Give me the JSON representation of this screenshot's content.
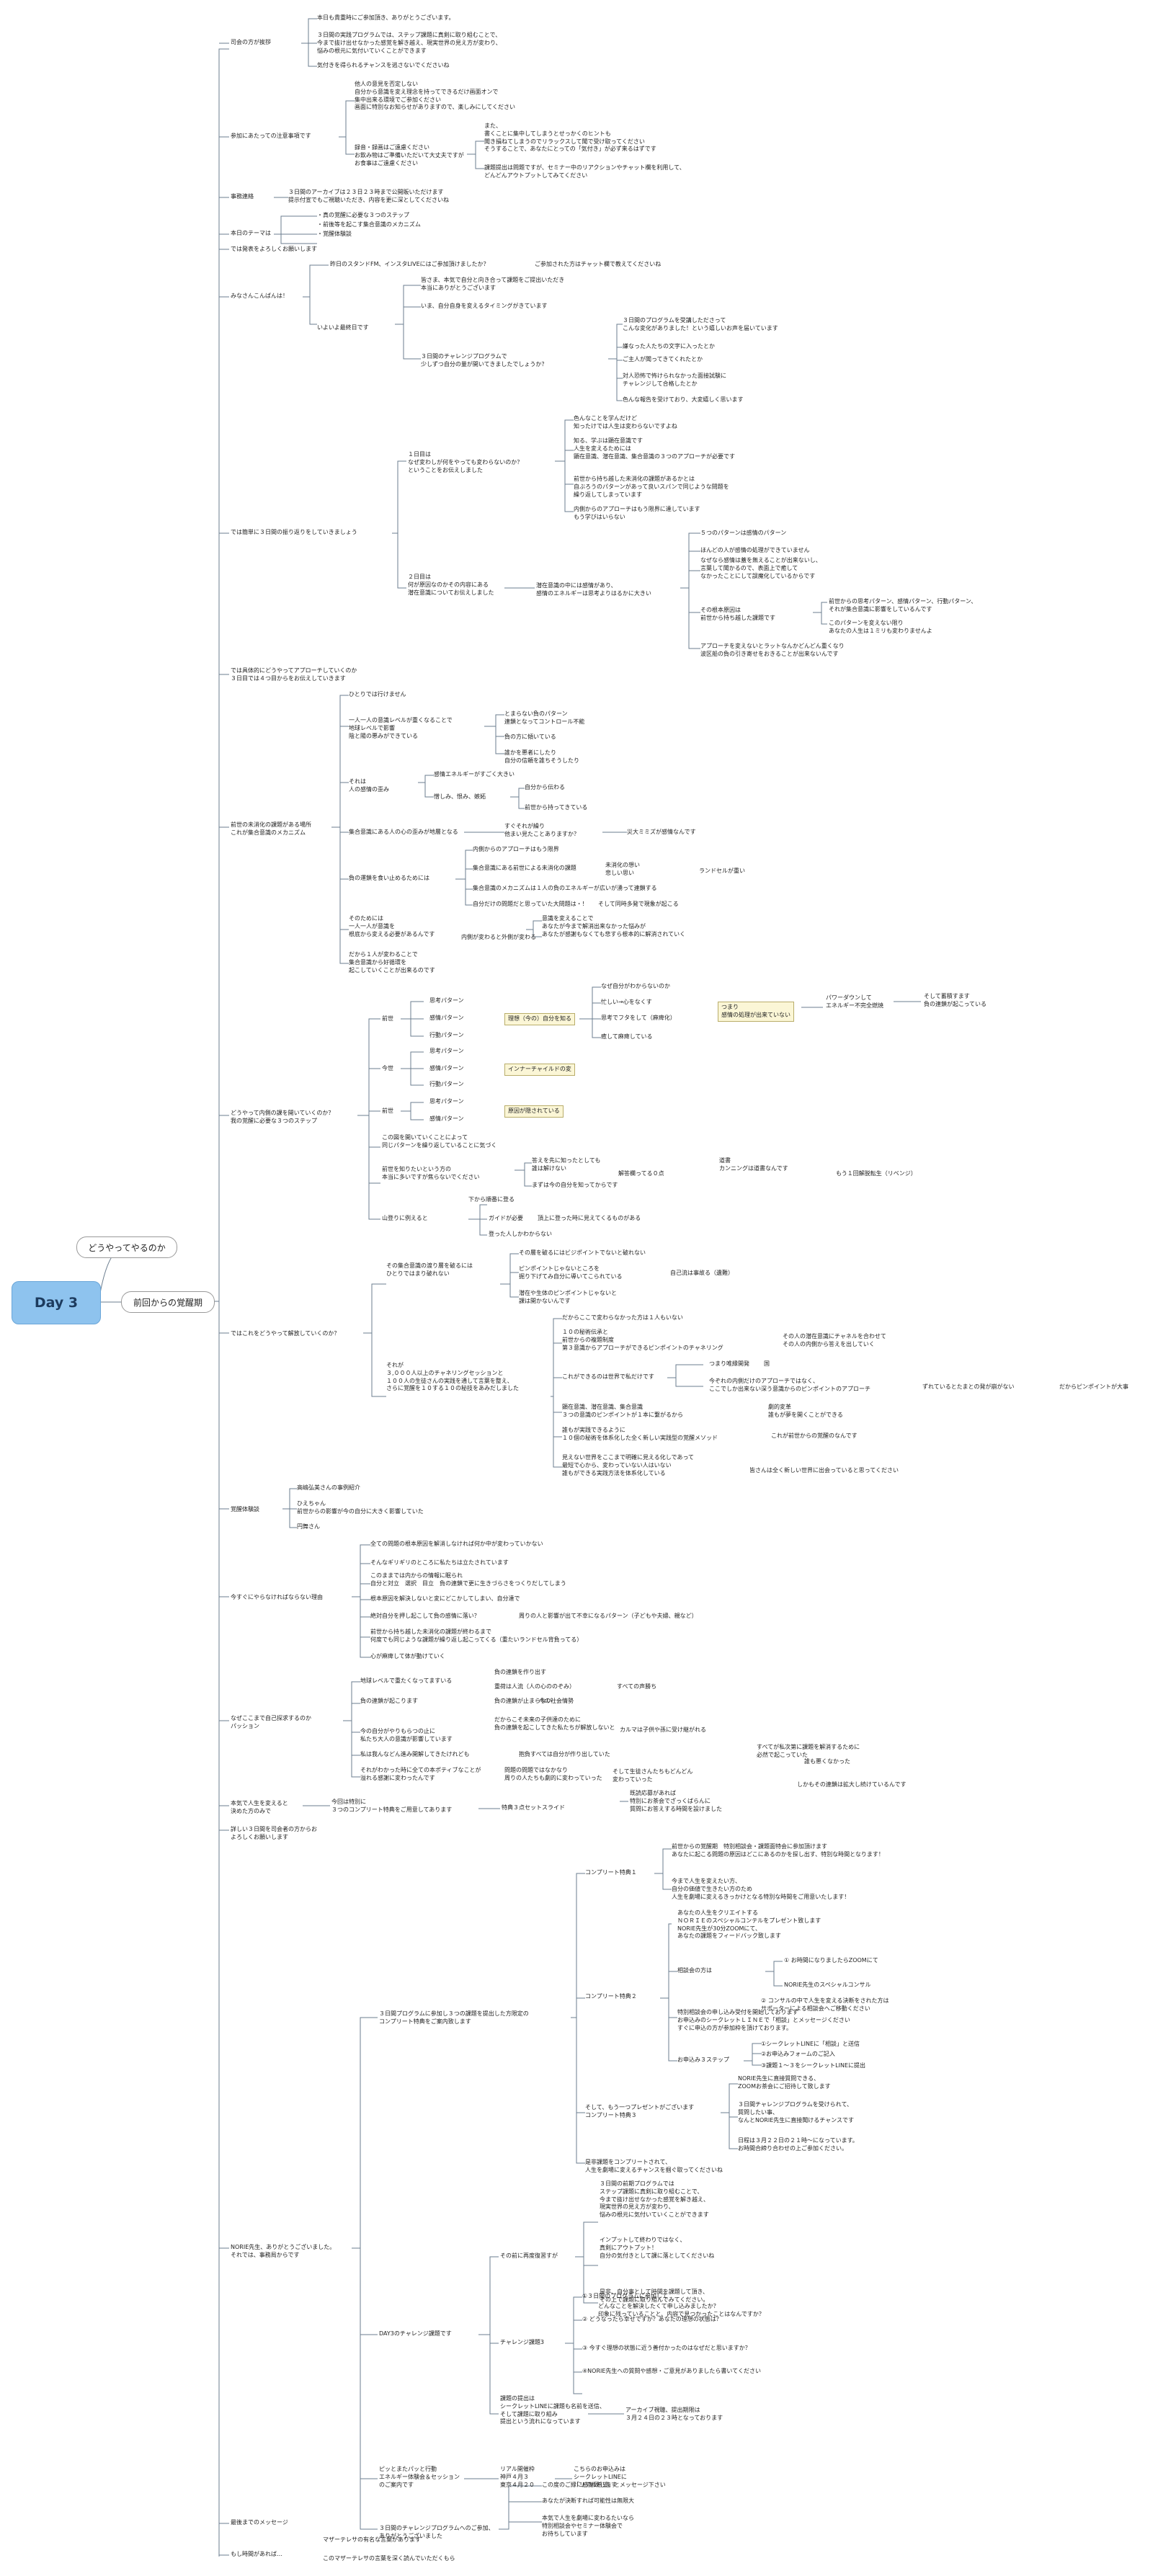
{
  "root": {
    "title": "Day 3"
  },
  "ovals": [
    {
      "id": "oval-1",
      "text": "どうやってやるのか"
    },
    {
      "id": "oval-2",
      "text": "前回からの覚醒期"
    }
  ],
  "level1": [
    "司会の方が挨拶",
    "参加にあたっての注意事項です",
    "事務連絡",
    "本日のテーマは",
    "では発表をよろしくお願いします",
    "みなさんこんばんは！",
    "では簡単に３日間の振り返りをしていきましょう",
    "では具体的にどうやってアプローチしていくのか\n３日目では４つ目からをお伝えしていきます",
    "前世の未消化の課題がある場所\nこれが集合意識のメカニズム",
    "どうやって内側の課を開いていくのか？\n我の覚醒に必要な３つのステップ",
    "ではこれをどうやって解放していくのか？",
    "覚醒体験談",
    "今すぐにやらなければならない理由",
    "なぜここまで自己探求するのか\nパッション",
    "本気で人生を変えると\n決めた方のみで",
    "詳しい３日間を司会者の方からお\nよろしくお願いします",
    "NORIE先生、ありがとうございました。\nそれでは、事務局からです",
    "最後までのメッセージ",
    "もし時間があれば…"
  ],
  "greeting": {
    "items": [
      "本日も貴重時にご参加頂き、ありがとうございます。",
      "３日間の実践プログラムでは、ステップ課題に真剣に取り組むことで、\n今まで抜け出せなかった感覚を解き越え、現実世界の見え方が変わり、\n悩みの根元に気付いていくことができます",
      "気付きを得られるチャンスを逃さないでくださいね"
    ]
  },
  "notice": {
    "items": [
      "他人の意見を否定しない\n自分から意識を変え理念を持ってできるだけ画面オンで\n集中出来る環境でご参加ください\n画面に特別なお知らせがありますので、楽しみにしてください",
      "録音・録画はご遠慮ください\nお飲み物はご準備いただいて大丈夫ですが\nお食事はご遠慮ください",
      "また、\n書くことに集中してしまうとせっかくのヒントも\n聞き損ねてしまうのでリラックスして聞で受け取ってください\nそうすることで、あなたにとっての「気付き」が必ず来るはずです",
      "課題提出は問題ですが、セミナー中のリアクションやチャット欄を利用して、\nどんどんアウトプットしてみてください"
    ]
  },
  "admin": {
    "text": "３日間のアーカイブは２３日２３時まで公開販いただけます\n提示付宣でもご視聴いただき、内容を更に深としてくださいね"
  },
  "theme": {
    "items": [
      "・真の覚醒に必要な３つのステップ",
      "・前後等を起こす集合意識のメカニズム",
      "・覚醒体験談"
    ]
  },
  "hello": {
    "stand_fm": "昨日のスタンドFM、インスタLIVEにはご参加頂けましたか？",
    "chat": "ご参加された方はチャット欄で教えてくださいね",
    "now": "いよいよ最終日です",
    "items": [
      "皆さま、本気で自分と向き合って課題をご提出いただき\n本当にありがとうございます",
      "いま、自分自身を変えるタイミングがきています",
      "３日間のチャレンジプログラムで\n少しずつ自分の量が開いてきましたでしょうか？"
    ],
    "sub": [
      "３日間のプログラムを受講したださって\nこんな変化がありました！という嬉しいお声を届いています",
      "嫌なった人たちの文字に入ったとか",
      "ご主人が聞ってきてくれたとか",
      "対人恐怖で怖けられなかった面接試験に\nチャレンジして合格したとか",
      "色んな報告を受けており、大変嬉しく思います"
    ]
  },
  "review": {
    "day1": "１日目は\nなぜ変わしが何をやっても変わらないのか？\nということをお伝えしました",
    "day1_sub": [
      "色んなことを学んだけど\n知ったけでは人生は変わらないですよね",
      "知る、学ぶは顕在意識です\n人生を変えるためには\n顕在意識、潜在意識、集合意識の３つのアプローチが必要です",
      "前世から持ち越した未消化の課題があるかとは\n自ぶろうのパターンがあって良いスパンで同じような問題を\n繰り返してしまっています",
      "内側からのアプローチはもう限界に達しています\nもう学びはいらない"
    ],
    "day2": "２日目は\n何が原因なのかその内容にある\n潜在意識についてお伝えしました",
    "day2_mid": "潜在意識の中には感情があり、\n感情のエネルギーは思考よりはるかに大きい",
    "day2_sub": [
      "５つのパターンは感情のパターン",
      "ほんどの人が感情の処理ができていません",
      "なぜなら感情は蓋を無えることが出来ないし、\n言葉して聞かるので、表面上で癒して\nなかったことにして誤魔化しているからです",
      "その根本原因は\n前世から持ち越した課題です",
      "前世からの思考パターン、感情パターン、行動パターン、\nそれが集合意識に影響をしているんです",
      "このパターンを変えない限り\nあなたの人生は１ミリも変わりませんよ",
      "アプローチを変えないとラットなんかどんどん重くなり\n波区船の負の引き寄せをおきることが出来ないんです"
    ]
  },
  "mechanism": {
    "items": [
      "ひとりでは行けません",
      "一人一人の意識レベルが重くなることで\n地球レベルで影響\n陰と陽の悪みができている",
      "それは\n人の感情の歪み",
      "集合意識にある人の心の歪みが地層となる",
      "負の運鎖を食い止めるためには",
      "そのためには\n一人一人が意識を\n根底から変える必要があるんです",
      "だから１人が変わることで\n集合意識から好循環を\n起こしていくことが出来るのです"
    ],
    "sub": [
      "とまらない負のパターン\n連鎖となってコントロール不能",
      "負の方に傾いている",
      "誰かを悪者にしたり\n自分の信頼を誰ちそうしたり",
      "感情エネルギーがすごく大きい",
      "憎しみ、恨み、嫉妬",
      "自分から伝わる",
      "前世から持ってきている",
      "すぐそれが繰り\n他まい見たことありますか？",
      "災大ミミズが感情なんです",
      "内側からのアプローチはもう限界",
      "集合意識にある前世による未消化の課題",
      "未消化の想い\n悲しい思い",
      "ランドセルが重い",
      "集合意識のメカニズムは１人の負のエネルギーが広いが湧って連鎖する",
      "自分だけの問題だと思っていた大問題は・！",
      "そして同時多発で現象が起こる",
      "意識を変えることで\nあなたが今まで解消出来なかった悩みが\nあなたが感謝もなくても悲すら根本的に解消されていく",
      "内側が変わると外側が変わる"
    ]
  },
  "steps": {
    "group1": "前世",
    "group2": "今世",
    "group3": "前世",
    "patterns": [
      "思考パターン",
      "感情パターン",
      "行動パターン"
    ],
    "note1": "理想（今の）自分を知る",
    "note2": "インナーチャイルドの変",
    "note3": "原因が隠されている",
    "why": [
      "なぜ自分がわからないのか",
      "忙しい→心をなくす",
      "思考でフタをして（麻痺化）",
      "癒して麻痺している"
    ],
    "tsumari": "つまり\n感情の処理が出来ていない",
    "power_down": "パワーダウンして\nエネルギー不完全燃焼",
    "result": "そして蓄積すます\n負の連鎖が起こっている",
    "extra": [
      "この図を開いていくことによって\n同じパターンを繰り返していることに気づく",
      "前世を知りたいという方の\n本当に多いですが焦らないでください",
      "山登りに例えると"
    ],
    "extra_sub": [
      "答えを先に知ったとしても\n誰は解けない",
      "解答欄ってる０点",
      "道書\nカンニングは道書なんです",
      "もう１回解脱転生（リベンジ）",
      "まずは今の自分を知ってからです",
      "下から順番に登る",
      "ガイドが必要",
      "頂上に登った時に見えてくるものがある",
      "登った人しかわからない"
    ]
  },
  "release": {
    "items": [
      "その集合意識の渡り層を破るには\nひとりではまり破れない",
      "それが\n３,０００人以上のチャネリングセッションと\n１００人の生徒さんの実践を通して言葉を整え、\nさらに覚醒を１０する１０の秘技をあみだしました"
    ],
    "sub": [
      "その層を破るにはビジポイントでないと破れない",
      "ピンポイントじゃないところを\n掘り下げてみ自分に導いてこられている",
      "自己流は事故る（遺難）",
      "潜在や生体のピンポイントじゃないと\n課は開かないんです",
      "だからここで変わらなかった方は１人もいない",
      "１０の秘術伝承と\n前世からの複題制度\n第３意識からアプローチができるピンポイントのチャネリング",
      "その人の潜在意識にチャネルを合わせて\nその人の内側から答えを出していく",
      "これができるのは世界で私だけです",
      "つまり唯縁開発",
      "国",
      "今ぞれの内側だけのアプローチではなく、\nここでしか出来ない深う意識からのピンポイントのアプローチ",
      "ずれているとたまとの発が崩がない",
      "だからピンポイントが大事",
      "顕在意識、潜在意識、集合意識\n３つの意識のピンポイントが１本に繋がるから",
      "劇的変革\n誰もが夢を開くことができる",
      "誰もが実践できるように\n１０個の秘術を体系化した全く新しい実践型の覚醒メソッド",
      "これが前世からの覚醒のなんです",
      "見えない世界をここまで明確に見える化しであって\n最短で心から、変わっていない人はいない\n誰もができる実践方法を体系化している",
      "皆さんは全く新しい世界に出会っていると思ってください"
    ]
  },
  "testimony": {
    "items": [
      "高嶋弘美さんの事例紹介",
      "ひえちゃん\n前世からの影響が今の自分に大きく影響していた",
      "円舞さん"
    ]
  },
  "urgency": {
    "items": [
      "全ての問題の根本原因を解消しなければ何か中が変わっていかない",
      "そんなギリギリのところに私たちは立たされています",
      "このままでは内からの情報に眠られ\n自分と対立　選択　目立　負の連鎖で更に生きづらさをつくりだしてしまう",
      "根本原因を解決しないと変にどこかしてしまい、自分達で",
      "絶対自分を押し起こして負の感情に落い？",
      "周りの人と影響が出て不幸になるパターン（子どもや夫婦、親など）",
      "前世から持ち越した未消化の課題が終わるまで\n何度でも同じような課題が繰り返し起こってくる（重たいランドセル背負ってる）",
      "心が麻痺して体が動けていく"
    ]
  },
  "passion": {
    "items": [
      "地球レベルで重たくなってますいる",
      "負の連鎖が起こります",
      "今の自分がやりもらつの止に\n私たち大人の意識が影響しています",
      "私は我んなどん進み開解してきたけれども",
      "それがわかった時に全ての本ポティブなことが\n溢れる感謝に変わったんです"
    ],
    "sub": [
      "負の連鎖を作り出す",
      "重荷は人流（人の心ののぞみ）",
      "すべての声勝ち",
      "負の連鎖が止まらない",
      "今の社会情勢",
      "だからこそ未来の子供達のために\n負の連鎖を起こしてきた私たちが解放しないと",
      "カルマは子供や孫に受け継がれる",
      "すべてが私次第に課題を解消するために\n必然で起こっていた",
      "誰も悪くなかった",
      "抱負すべては自分が作り出していた",
      "問題の問題ではなかなり\n周りの人たちも劇的に変わっていった",
      "そして生徒さんたちもどんどん\n変わっていった",
      "しかもその連鎖は拡大し続けているんです"
    ]
  },
  "serious": {
    "items": [
      "今回は特別に\n３つのコンプリート特典をご用意してあります",
      "特典３点セットスライド"
    ],
    "sub": [
      "既読応募があれば\n特別にお茶会でざっくばらんに\n質問にお答えする時間を設けました"
    ]
  },
  "office": {
    "program": "３日間プログラムに参加し３つの課題を提出した方限定の\nコンプリート特典をご案内致します",
    "complete1": "コンプリート特典１",
    "complete1_items": [
      "前世からの覚醒期　特別相談会・課題面特会に参加頂けます\nあなたに起こる問題の原因はどこにあるのかを探し出す、特別な時間となります！",
      "今まで人生を変えたい方、\n自分の価値で生きたい方のため\n人生を劇場に変えるきっかけとなる特別な時間をご用意いたします！"
    ],
    "complete2": "コンプリート特典２",
    "complete2_items": [
      "あなたの人生をクリエイトする\nＮＯＲＩＥのスペシャルコンテルをプレゼント致します\nNORIE先生が30分ZOOMにて、\nあなたの課題をフィードバック致します",
      "相談会の方は",
      "特別相談会の申し込み受付を開始しております\nお申込みのシークレットＬＩＮＥで「相談」とメッセージください\nすぐに申込の方が参加枠を頂けております。",
      "お申込み３ステップ"
    ],
    "consult_items": [
      "① お時間になりましたらZOOMにて",
      "NORIE先生のスペシャルコンサル",
      "② コンサルの中で人生を変える決断をされた方は\nサポーターによる相談会へご移動ください"
    ],
    "apply_items": [
      "①シークレットLINEに「相談」と送信",
      "②お申込みフォームのご記入",
      "③課題１〜３をシークレットLINEに提出"
    ],
    "complete3": "そして、もう一つプレゼントがございます\nコンプリート特典３",
    "complete3_items": [
      "NORIE先生に直接質問できる、\nZOOMお茶会にご招待して致します",
      "３日間チャレンジプログラムを受けられて、\n質問したい事、\nなんとNORIE先生に直接聞けるチャンスです",
      "日程は３月２２日の２１時〜になっています。\nお時間合締り合わせの上ご参加ください。"
    ],
    "submit": "是非課題をコンプリートされて、\n人生を劇場に変えるチャンスを掴ぐ取ってくださいね",
    "challenge": "DAY3のチャレンジ課題です",
    "challenge_sub": [
      "その前に再度復習すが",
      "チャレンジ課題3",
      "課題の提出は\nシークレットLINEに課題も名前を送信、\nそして課題に取り組み\n提出という流れになっています"
    ],
    "review_items": [
      "３日間の前期プログラムでは\nステップ課題に真剣に取り組むことで、\n今まで抜け出せなかった感覚を解き越え、\n現実世界の見え方が変わり、\n悩みの根元に気付いていくことができます",
      "インプットして終わりではなく、\n真剣にアウトプット！\n自分の気付きとして課に落としてくださいね",
      "是非、自分事として時間を課題して頂き、\nその上で課題に取り組んでみてください。"
    ],
    "challenge3_items": [
      "①３日間のプログラムに参加して",
      "どんなことを解決したくて申し込みましたか？\n印象に残っていることと、内容で見つかったことはなんですか？",
      "② どうなったら幸せですか？あなたの理想の状態は？",
      "③ 今すぐ理想の状態に近う善付かったのはなぜだと思いますか？",
      "④NORIE先生への質問や感想・ご意見がありましたら書いてください"
    ],
    "deadline": "アーカイブ視聴、提出期限は\n３月２４日の２３時となっております",
    "pikkari": "ピッとまたパッと行動\nエネルギー体験会＆セッション\nのご案内です",
    "real": "リアル開催枠\n神戸４月３\n東京４月２０",
    "real_detail": "こちらのお申込みは\nシークレットLINEに\n「リアル希望」とメッセージ下さい",
    "thanks": "３日間のチャレンジプログラムへのご参加、\nありがとうございました",
    "thanks_items": [
      "この度のご縁に感謝致します",
      "あなたが決断すれば可能性は無限大",
      "本気で人生を劇場に変わるたいなら\n特別相談会やセミナー体験会で\nお待ちしています"
    ]
  },
  "final": {
    "message": "マザーテレサの有名な言葉があります",
    "maybe": "このマザーテレサの言葉を深く読んでいただくもら"
  }
}
